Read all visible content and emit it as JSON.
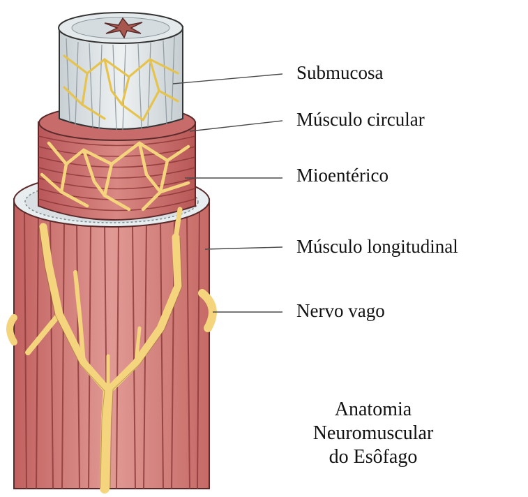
{
  "labels": {
    "submucosa": "Submucosa",
    "circular_muscle": "Músculo circular",
    "myenteric": "Mioentérico",
    "longitudinal_muscle": "Músculo longitudinal",
    "vagus_nerve": "Nervo vago"
  },
  "caption": {
    "line1": "Anatomia",
    "line2": "Neuromuscular",
    "line3": "do Esôfago"
  },
  "colors": {
    "muscle": "#d47c78",
    "muscle_dark": "#b2504f",
    "nerve": "#f4d57e",
    "submucosa": "#dde3e6",
    "lumen": "#a8574f"
  }
}
